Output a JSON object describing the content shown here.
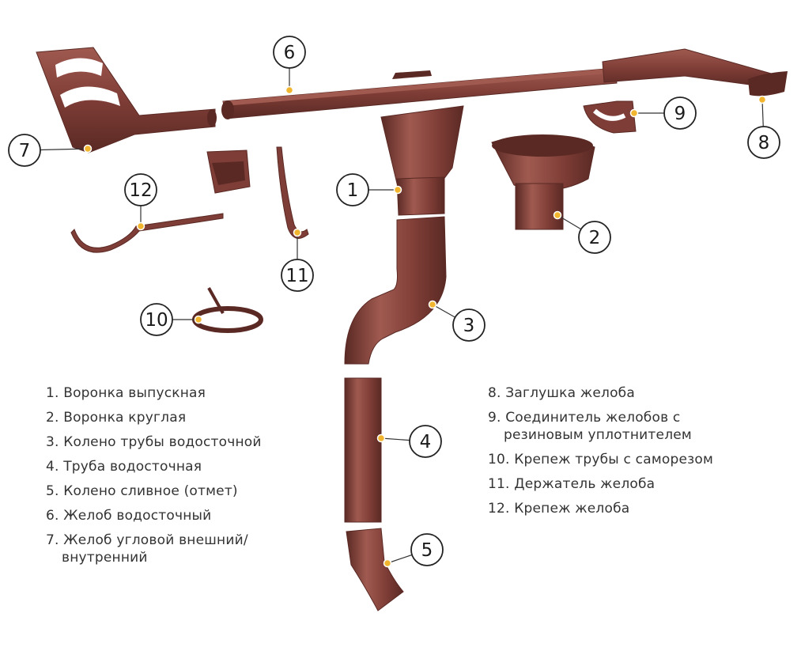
{
  "colors": {
    "metal": "#7e3d36",
    "metal_dark": "#5a2924",
    "metal_light": "#a05a50",
    "dot": "#f2b530",
    "line": "#333333"
  },
  "callouts": [
    {
      "num": "1"
    },
    {
      "num": "2"
    },
    {
      "num": "3"
    },
    {
      "num": "4"
    },
    {
      "num": "5"
    },
    {
      "num": "6"
    },
    {
      "num": "7"
    },
    {
      "num": "8"
    },
    {
      "num": "9"
    },
    {
      "num": "10"
    },
    {
      "num": "11"
    },
    {
      "num": "12"
    }
  ],
  "legend": {
    "left": [
      {
        "text": "1. Воронка выпускная",
        "cont": ""
      },
      {
        "text": "2. Воронка круглая",
        "cont": ""
      },
      {
        "text": "3. Колено трубы водосточной",
        "cont": ""
      },
      {
        "text": "4. Труба водосточная",
        "cont": ""
      },
      {
        "text": "5. Колено сливное (отмет)",
        "cont": ""
      },
      {
        "text": "6. Желоб водосточный",
        "cont": ""
      },
      {
        "text": "7. Желоб угловой внешний/",
        "cont": "внутренний"
      }
    ],
    "right": [
      {
        "text": "8. Заглушка желоба",
        "cont": ""
      },
      {
        "text": "9. Соединитель желобов с",
        "cont": "резиновым уплотнителем"
      },
      {
        "text": "10. Крепеж трубы с саморезом",
        "cont": ""
      },
      {
        "text": "11. Держатель желоба",
        "cont": ""
      },
      {
        "text": "12. Крепеж желоба",
        "cont": ""
      }
    ]
  }
}
